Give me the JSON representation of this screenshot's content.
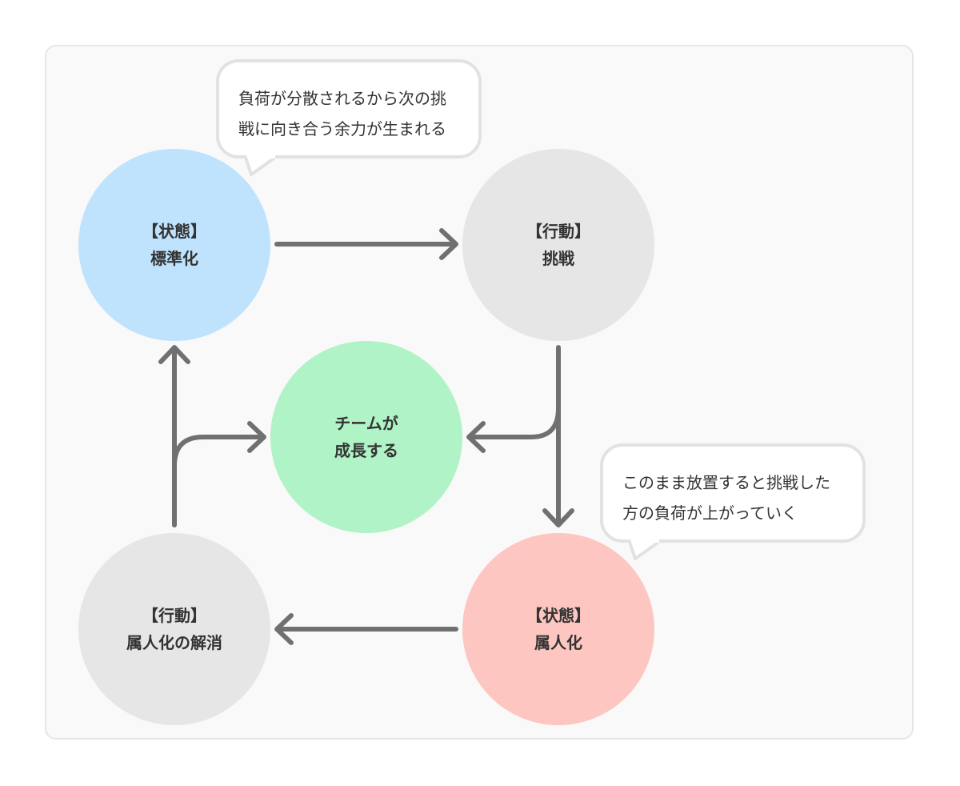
{
  "nodes": {
    "standardization": {
      "line1": "【状態】",
      "line2": "標準化",
      "color": "#bfe3fd"
    },
    "challenge": {
      "line1": "【行動】",
      "line2": "挑戦",
      "color": "#e6e6e6"
    },
    "team_growth": {
      "line1": "チームが",
      "line2": "成長する",
      "color": "#b0f3c6"
    },
    "personalization_state": {
      "line1": "【状態】",
      "line2": "属人化",
      "color": "#fdc6c0"
    },
    "resolve_personalization": {
      "line1": "【行動】",
      "line2": "属人化の解消",
      "color": "#e6e6e6"
    }
  },
  "callouts": {
    "top": {
      "line1": "負荷が分散されるから次の挑",
      "line2": "戦に向き合う余力が生まれる"
    },
    "right": {
      "line1": "このまま放置すると挑戦した",
      "line2": "方の負荷が上がっていく"
    }
  },
  "colors": {
    "arrow": "#707070",
    "panel_bg": "#f9f9f9",
    "panel_border": "#e6e6e6",
    "text": "#333333"
  }
}
